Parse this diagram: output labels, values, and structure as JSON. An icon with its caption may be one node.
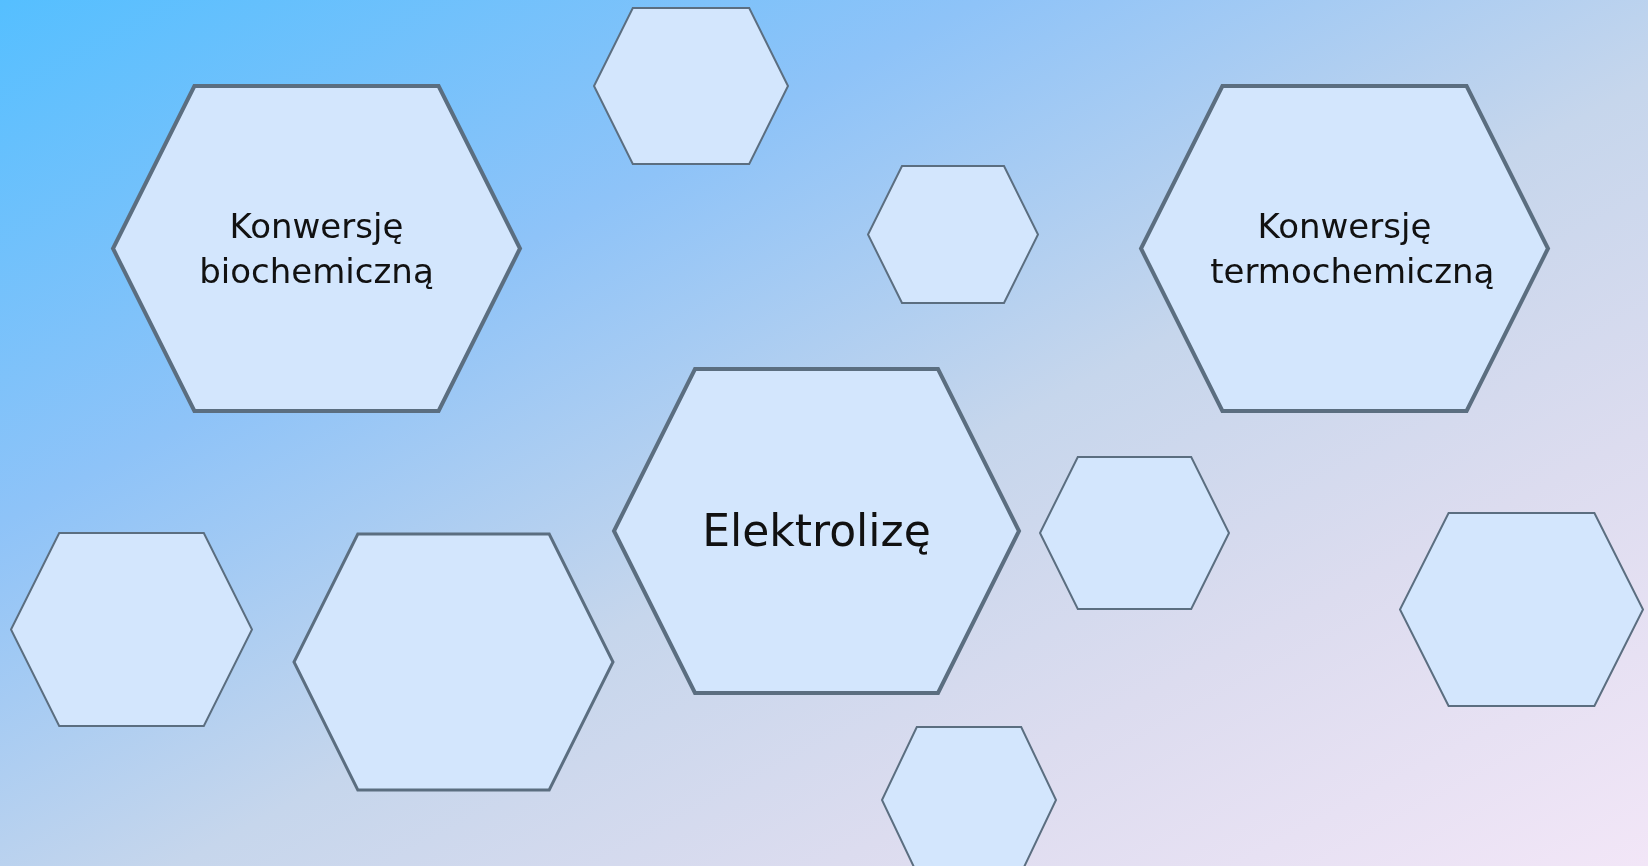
{
  "diagram": {
    "nodes": [
      {
        "text": [
          "Konwersję biochemiczną"
        ]
      },
      {
        "text": [
          "Konwersję termochemiczną"
        ]
      },
      {
        "text": [
          "Elektrolizę"
        ]
      },
      {
        "text": [],
        "shape": "hexagon"
      },
      {
        "text": [],
        "shape": "hexagon"
      },
      {
        "text": [],
        "shape": "hexagon"
      },
      {
        "text": [],
        "shape": "hexagon"
      },
      {
        "text": [],
        "shape": "hexagon"
      },
      {
        "text": [],
        "shape": "hexagon"
      },
      {
        "text": [],
        "shape": "hexagon"
      }
    ]
  }
}
